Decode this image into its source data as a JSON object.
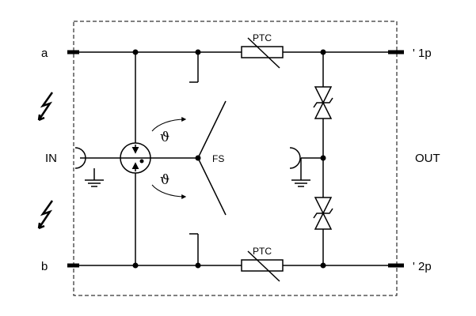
{
  "terminals": {
    "a": "a",
    "b": "b",
    "out_1": "' 1p",
    "out_2": "' 2p"
  },
  "ports": {
    "in": "IN",
    "out": "OUT"
  },
  "components": {
    "ptc_top": "PTC",
    "ptc_bottom": "PTC",
    "fail_safe": "FS",
    "theta_top": "ϑ",
    "theta_bottom": "ϑ"
  },
  "colors": {
    "line": "#000000",
    "background": "#ffffff"
  },
  "icons": [
    "lightning-bolt-icon",
    "ground-icon",
    "gas-discharge-tube-icon",
    "tvs-diode-icon",
    "ptc-resistor-icon"
  ]
}
